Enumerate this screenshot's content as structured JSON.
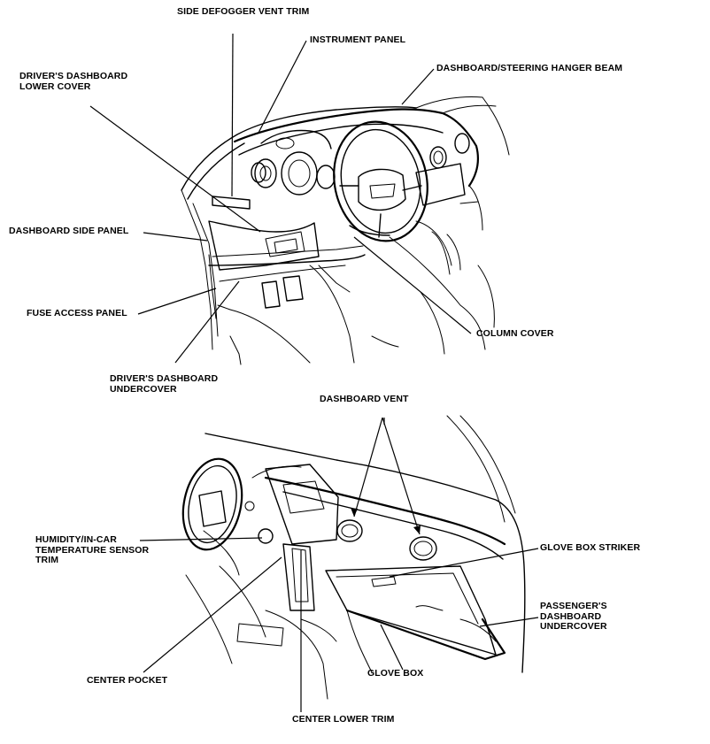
{
  "top_view": {
    "labels": {
      "side_defogger_vent_trim": "SIDE DEFOGGER VENT TRIM",
      "instrument_panel": "INSTRUMENT PANEL",
      "dashboard_steering_hanger_beam": "DASHBOARD/STEERING HANGER BEAM",
      "drivers_dashboard_lower_cover": "DRIVER'S DASHBOARD\nLOWER COVER",
      "dashboard_side_panel": "DASHBOARD SIDE PANEL",
      "fuse_access_panel": "FUSE ACCESS PANEL",
      "column_cover": "COLUMN COVER",
      "drivers_dashboard_undercover": "DRIVER'S DASHBOARD\nUNDERCOVER"
    }
  },
  "bottom_view": {
    "labels": {
      "dashboard_vent": "DASHBOARD VENT",
      "humidity_sensor_trim": "HUMIDITY/IN-CAR\nTEMPERATURE SENSOR\nTRIM",
      "glove_box_striker": "GLOVE BOX STRIKER",
      "passengers_dashboard_undercover": "PASSENGER'S\nDASHBOARD\nUNDERCOVER",
      "center_pocket": "CENTER POCKET",
      "glove_box": "GLOVE BOX",
      "center_lower_trim": "CENTER LOWER TRIM"
    }
  },
  "colors": {
    "line": "#000000",
    "background": "#ffffff"
  }
}
